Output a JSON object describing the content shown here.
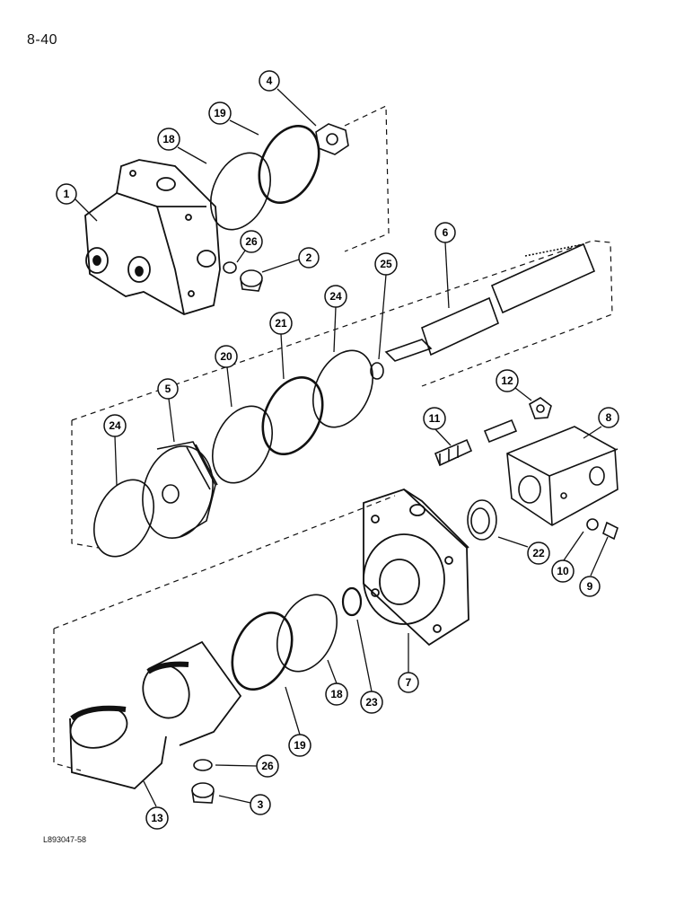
{
  "page": {
    "page_number": "8-40",
    "figure_code": "L893047-58"
  },
  "callouts": [
    {
      "id": "c1",
      "label": "1"
    },
    {
      "id": "c2",
      "label": "2"
    },
    {
      "id": "c3",
      "label": "3"
    },
    {
      "id": "c4",
      "label": "4"
    },
    {
      "id": "c5",
      "label": "5"
    },
    {
      "id": "c6",
      "label": "6"
    },
    {
      "id": "c7",
      "label": "7"
    },
    {
      "id": "c8",
      "label": "8"
    },
    {
      "id": "c9",
      "label": "9"
    },
    {
      "id": "c10",
      "label": "10"
    },
    {
      "id": "c11",
      "label": "11"
    },
    {
      "id": "c12",
      "label": "12"
    },
    {
      "id": "c13",
      "label": "13"
    },
    {
      "id": "c18a",
      "label": "18"
    },
    {
      "id": "c18b",
      "label": "18"
    },
    {
      "id": "c19a",
      "label": "19"
    },
    {
      "id": "c19b",
      "label": "19"
    },
    {
      "id": "c20",
      "label": "20"
    },
    {
      "id": "c21",
      "label": "21"
    },
    {
      "id": "c22",
      "label": "22"
    },
    {
      "id": "c23",
      "label": "23"
    },
    {
      "id": "c24a",
      "label": "24"
    },
    {
      "id": "c24b",
      "label": "24"
    },
    {
      "id": "c25",
      "label": "25"
    },
    {
      "id": "c26a",
      "label": "26"
    },
    {
      "id": "c26b",
      "label": "26"
    }
  ]
}
